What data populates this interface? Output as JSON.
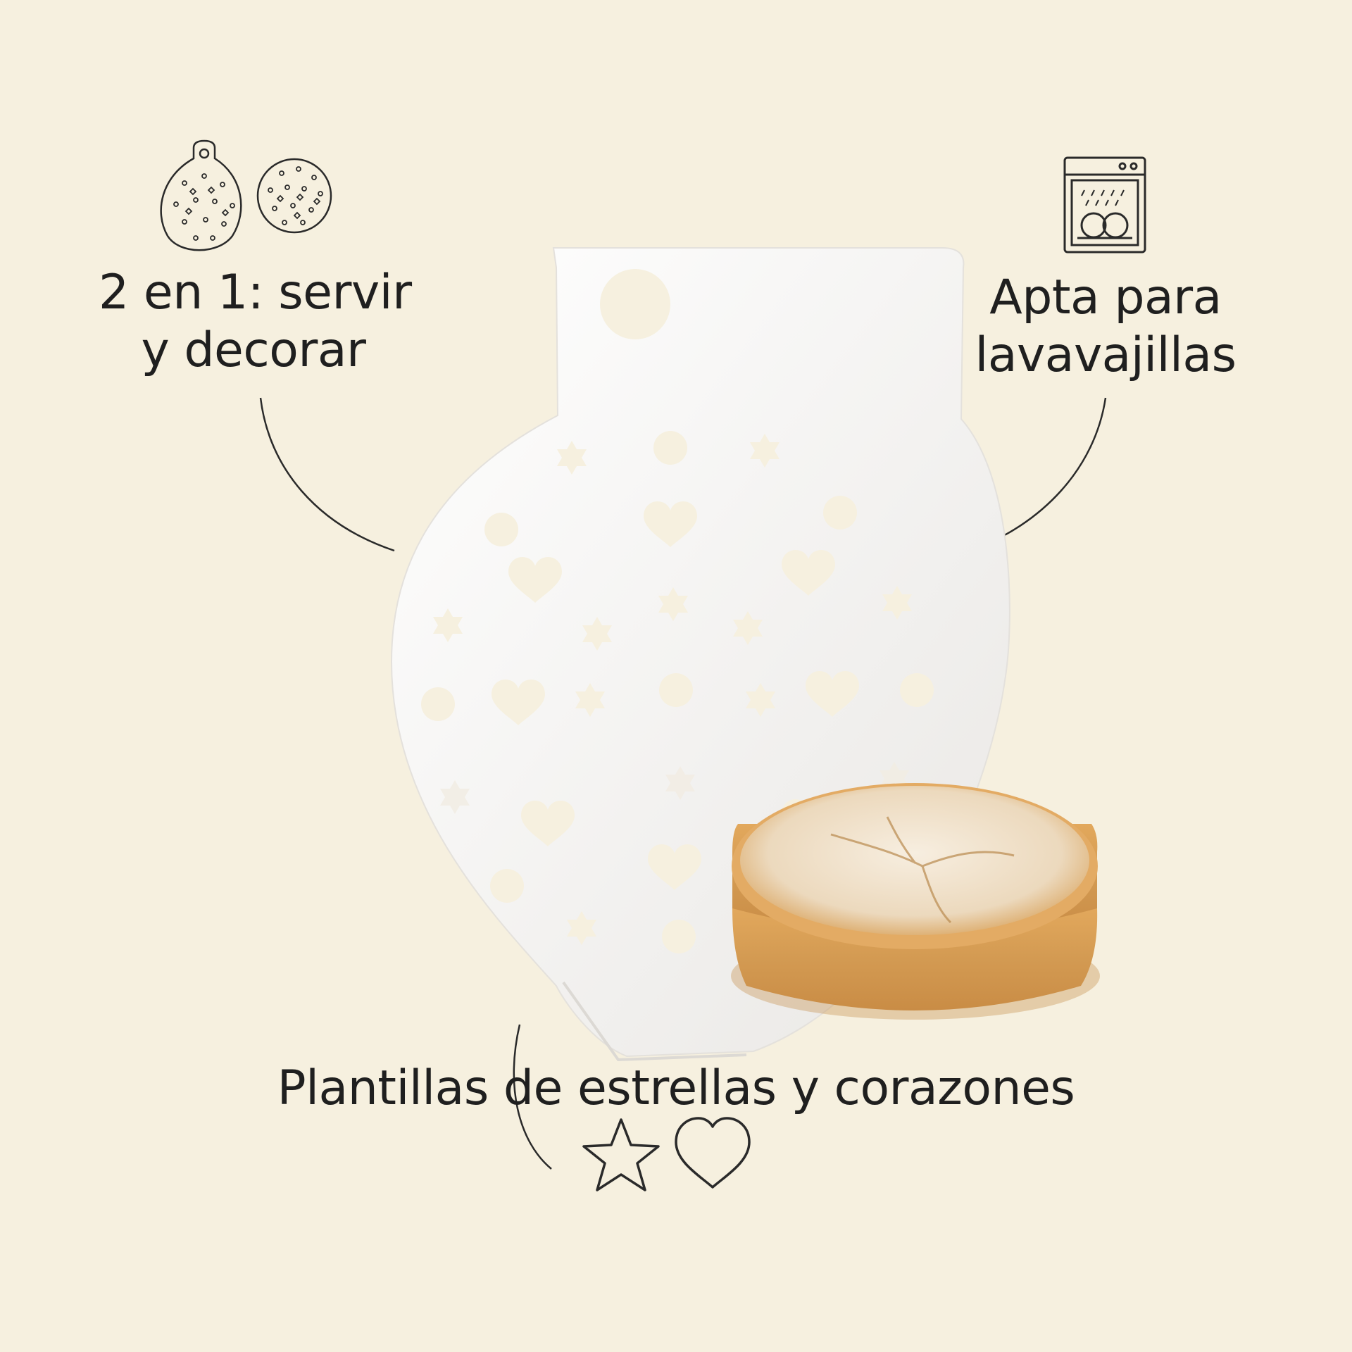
{
  "features": {
    "serve_decorate": {
      "line1": "2 en 1: servir",
      "line2": "y decorar",
      "icon": "stencil-plates-icon"
    },
    "dishwasher": {
      "line1": "Apta para",
      "line2": "lavavajillas",
      "icon": "dishwasher-icon"
    },
    "templates": {
      "text": "Plantillas de estrellas y corazones",
      "icons": [
        "star-outline-icon",
        "heart-outline-icon"
      ]
    }
  },
  "product": {
    "name": "stencil-board",
    "color": "#ffffff"
  },
  "palette": {
    "background": "#f6f0df",
    "text": "#1f1f1f",
    "cake": "#d9a35c"
  }
}
